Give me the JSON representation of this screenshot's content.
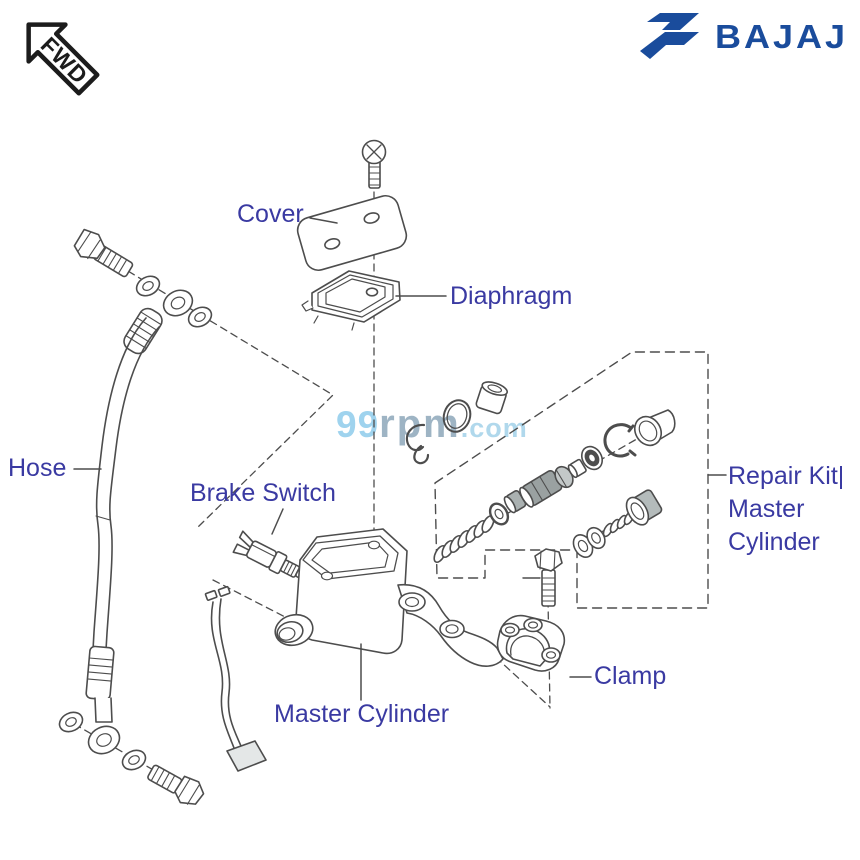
{
  "header": {
    "fwd_badge": "FWD",
    "brand_name": "BAJAJ",
    "brand_color": "#1a4c9c"
  },
  "watermark": {
    "prefix": "99",
    "mid": "rpm",
    "suffix": ".com"
  },
  "labels": {
    "cover": "Cover",
    "diaphragm": "Diaphragm",
    "hose": "Hose",
    "brake_switch": "Brake Switch",
    "repair_kit_line1": "Repair Kit|",
    "repair_kit_line2": "Master",
    "repair_kit_line3": "Cylinder",
    "master_cylinder": "Master Cylinder",
    "clamp": "Clamp"
  },
  "colors": {
    "label_text": "#3a3aa2",
    "line_art": "#4d4d4d",
    "brand_blue": "#1a4c9c",
    "watermark_99": "#9fd3ee",
    "watermark_rpm": "#9eb4c4",
    "watermark_com": "#b0d8ec",
    "part_shade_gray": "#9aa1a1"
  },
  "parts": [
    "reservoir-screw",
    "reservoir-cover",
    "diaphragm",
    "banjo-bolt-top",
    "sealing-washer",
    "banjo-eye",
    "brake-hose",
    "spring-guard",
    "banjo-bolt-bottom",
    "brake-switch",
    "switch-wire-connector",
    "master-cylinder-body",
    "clamp",
    "clamp-bolt",
    "repair-kit-boundary",
    "reservoir-bushing",
    "o-ring",
    "retainer-clip",
    "return-spring",
    "piston-assembly",
    "snap-ring",
    "dust-boot",
    "primary-cup-set",
    "piston-cap"
  ]
}
